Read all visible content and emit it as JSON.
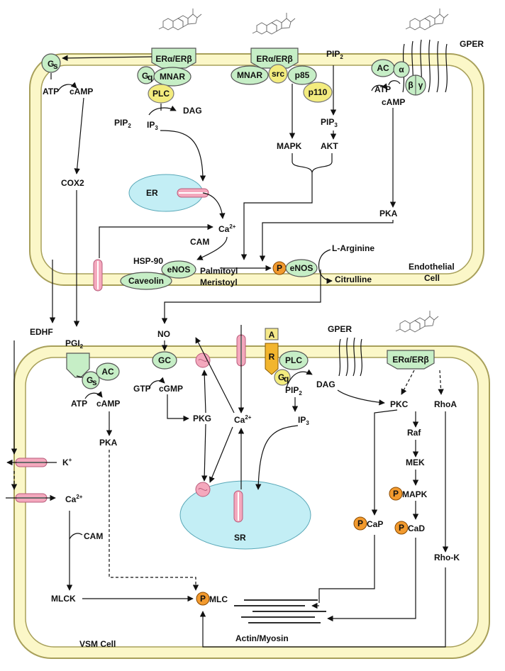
{
  "cells": {
    "endothelial": "Endothelial\nCell",
    "vsm": "VSM Cell"
  },
  "receptors": {
    "er": "ERα/ERβ",
    "gper": "GPER"
  },
  "endothelial": {
    "gs": "G",
    "gs_sub": "s",
    "gq": "G",
    "gq_sub": "q",
    "mnar": "MNAR",
    "src": "src",
    "p85": "p85",
    "p110": "p110",
    "plc": "PLC",
    "ac": "AC",
    "alpha": "α",
    "beta": "β",
    "gamma": "γ",
    "atp": "ATP",
    "camp": "cAMP",
    "pip2": "PIP",
    "pip2_sub": "2",
    "dag": "DAG",
    "ip3": "IP",
    "ip3_sub": "3",
    "pip3": "PIP",
    "pip3_sub": "3",
    "mapk": "MAPK",
    "akt": "AKT",
    "cox2": "COX2",
    "er_organelle": "ER",
    "ca": "Ca",
    "ca_sup": "2+",
    "cam": "CAM",
    "pka": "PKA",
    "hsp90": "HSP-90",
    "enos": "eNOS",
    "caveolin": "Caveolin",
    "palmitoyl": "Palmitoyl",
    "meristoyl": "Meristoyl",
    "p": "P",
    "l_arginine": "L-Arginine",
    "citrulline": "Citrulline"
  },
  "between": {
    "edhf": "EDHF",
    "pgi": "PGI",
    "pgi_sub": "2",
    "no": "NO"
  },
  "vsm": {
    "gc": "GC",
    "gtp": "GTP",
    "cgmp": "cGMP",
    "pkg": "PKG",
    "a": "A",
    "r": "R",
    "plc": "PLC",
    "gq": "G",
    "gq_sub": "q",
    "pip2": "PIP",
    "pip2_sub": "2",
    "dag": "DAG",
    "ip3": "IP",
    "ip3_sub": "3",
    "pkc": "PKC",
    "rhoa": "RhoA",
    "raf": "Raf",
    "mek": "MEK",
    "mapk": "MAPK",
    "cap": "CaP",
    "cad": "CaD",
    "rhok": "Rho-K",
    "gs": "G",
    "gs_sub": "s",
    "ac": "AC",
    "atp": "ATP",
    "camp": "cAMP",
    "pka": "PKA",
    "k": "K",
    "k_sup": "+",
    "ca": "Ca",
    "ca_sup": "2+",
    "cam": "CAM",
    "mlck": "MLCK",
    "mlc": "MLC",
    "sr": "SR",
    "actin_myosin": "Actin/Myosin",
    "p": "P"
  }
}
